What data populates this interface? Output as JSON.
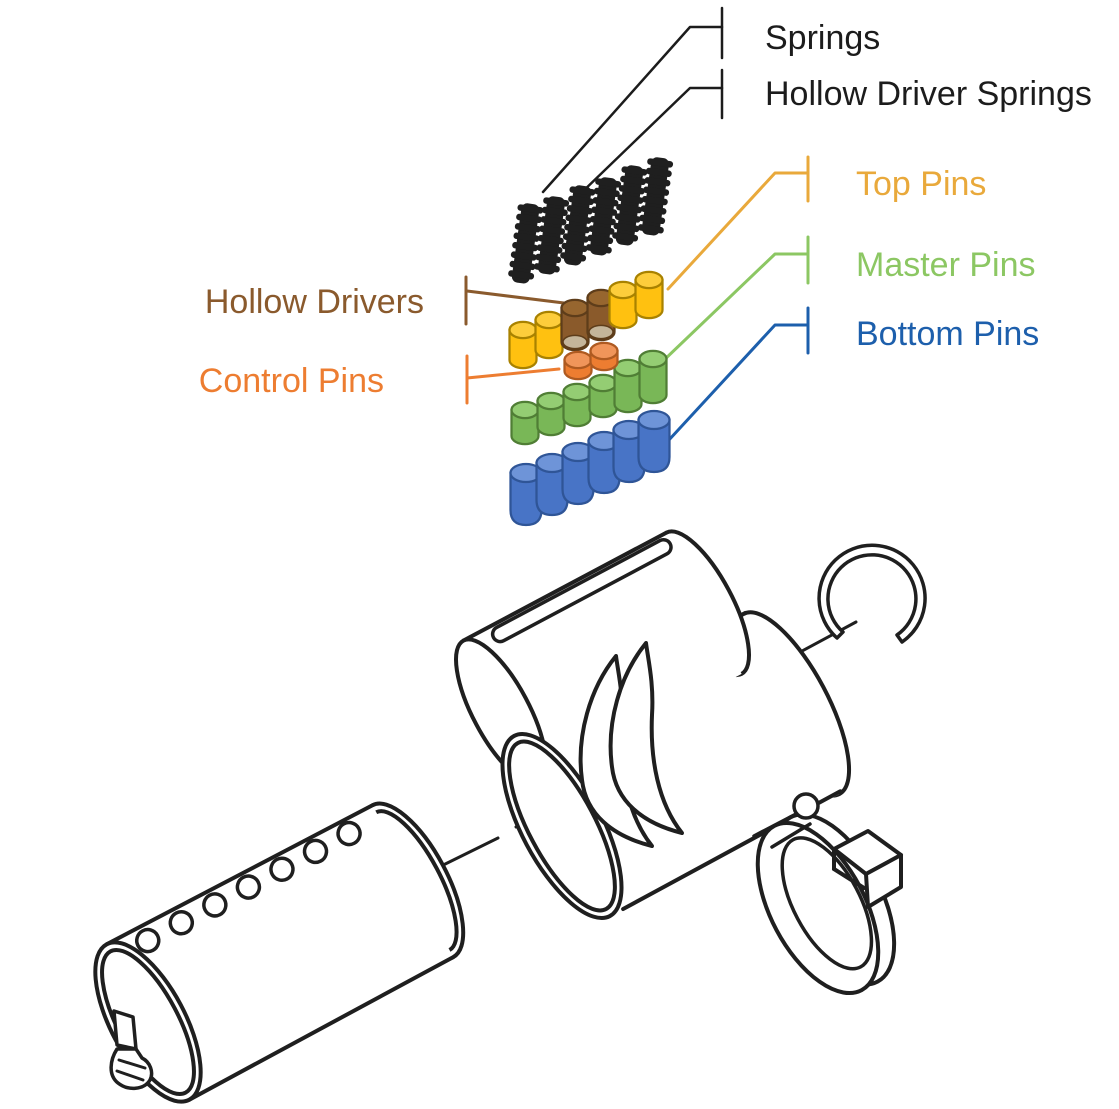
{
  "background": "#ffffff",
  "labels": {
    "springs": {
      "text": "Springs",
      "color": "#1c1c1c"
    },
    "hollow_driver_springs": {
      "text": "Hollow Driver Springs",
      "color": "#1c1c1c"
    },
    "top_pins": {
      "text": "Top Pins",
      "color": "#E9A93B"
    },
    "master_pins": {
      "text": "Master Pins",
      "color": "#8CC763"
    },
    "bottom_pins": {
      "text": "Bottom Pins",
      "color": "#1D5FAC"
    },
    "hollow_drivers": {
      "text": "Hollow Drivers",
      "color": "#8A5A2D"
    },
    "control_pins": {
      "text": "Control Pins",
      "color": "#ED7D31"
    }
  },
  "colors": {
    "ink": "#1f1f1f",
    "ink_label": "#1c1c1c",
    "top_label": "#E9A93B",
    "master_label": "#8CC763",
    "bottom_label": "#1D5FAC",
    "hollow_label": "#8A5A2D",
    "control_label": "#ED7D31",
    "top_pin": {
      "body": "#FFC110",
      "top": "#FDCD3B",
      "outline": "#A98200"
    },
    "hollow_driver": {
      "body": "#8A5A2B",
      "top": "#97662F",
      "outline": "#5E3D1A",
      "hollow": "#C4B59A"
    },
    "control_pin": {
      "body": "#ED7D31",
      "top": "#F0955A",
      "outline": "#AE5A21"
    },
    "master_pin": {
      "body": "#79B757",
      "top": "#94CD73",
      "outline": "#507E35"
    },
    "bottom_pin": {
      "body": "#4874C6",
      "top": "#6E94D8",
      "outline": "#2F5597"
    },
    "spring": "#1f1f1f"
  },
  "components": {
    "springs": {
      "count": 6,
      "style": "coil"
    },
    "top_row_order": [
      "top_pin",
      "top_pin",
      "hollow_driver",
      "hollow_driver",
      "top_pin",
      "top_pin"
    ],
    "top_pins": {
      "count": 4
    },
    "hollow_drivers": {
      "count": 2
    },
    "control_pins": {
      "count": 2
    },
    "master_pins": {
      "count": 6
    },
    "bottom_pins": {
      "count": 6
    },
    "lock_parts": [
      "plug-with-keyway-and-pin-holes",
      "shell-with-bible-slot-and-collar-fins",
      "retainer-clip",
      "cam-tailpiece",
      "assembly-axis-line"
    ]
  }
}
